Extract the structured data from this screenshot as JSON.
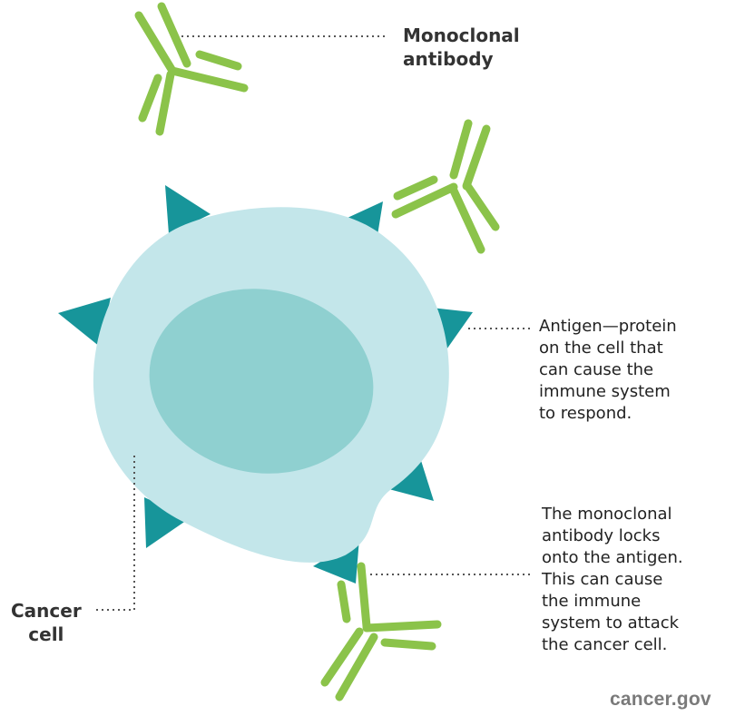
{
  "labels": {
    "antibody": {
      "line1": "Monoclonal",
      "line2": "antibody"
    },
    "antigen": {
      "lines": [
        "Antigen—protein",
        "on the cell that",
        "can cause the",
        "immune system",
        "to respond."
      ]
    },
    "lock": {
      "lines": [
        "The monoclonal",
        "antibody locks",
        "onto the antigen.",
        "This can cause",
        "the immune",
        "system to attack",
        "the cancer cell."
      ]
    },
    "cell": {
      "line1": "Cancer",
      "line2": "cell"
    }
  },
  "source": "cancer.gov",
  "colors": {
    "cell_outer": "#c3e6ea",
    "cell_nucleus": "#8fd0d0",
    "antigen": "#17959a",
    "antibody": "#8bc34a",
    "leader_line": "#555555",
    "credit": "#7a7a7a"
  }
}
